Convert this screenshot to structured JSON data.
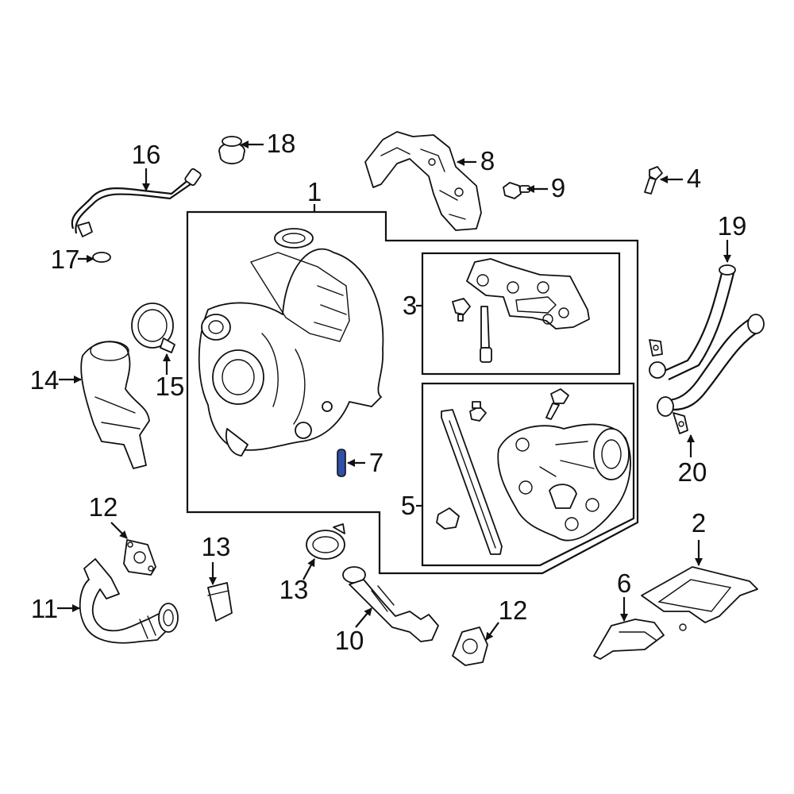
{
  "callouts": {
    "c1": "1",
    "c2": "2",
    "c3": "3",
    "c4": "4",
    "c5": "5",
    "c6": "6",
    "c7": "7",
    "c8": "8",
    "c9": "9",
    "c10": "10",
    "c11": "11",
    "c12a": "12",
    "c12b": "12",
    "c13a": "13",
    "c13b": "13",
    "c14": "14",
    "c15": "15",
    "c16": "16",
    "c17": "17",
    "c18": "18",
    "c19": "19",
    "c20": "20"
  },
  "colors": {
    "line": "#111111",
    "highlight": "#2f4fa8",
    "background": "#ffffff"
  },
  "highlighted_part": "7"
}
